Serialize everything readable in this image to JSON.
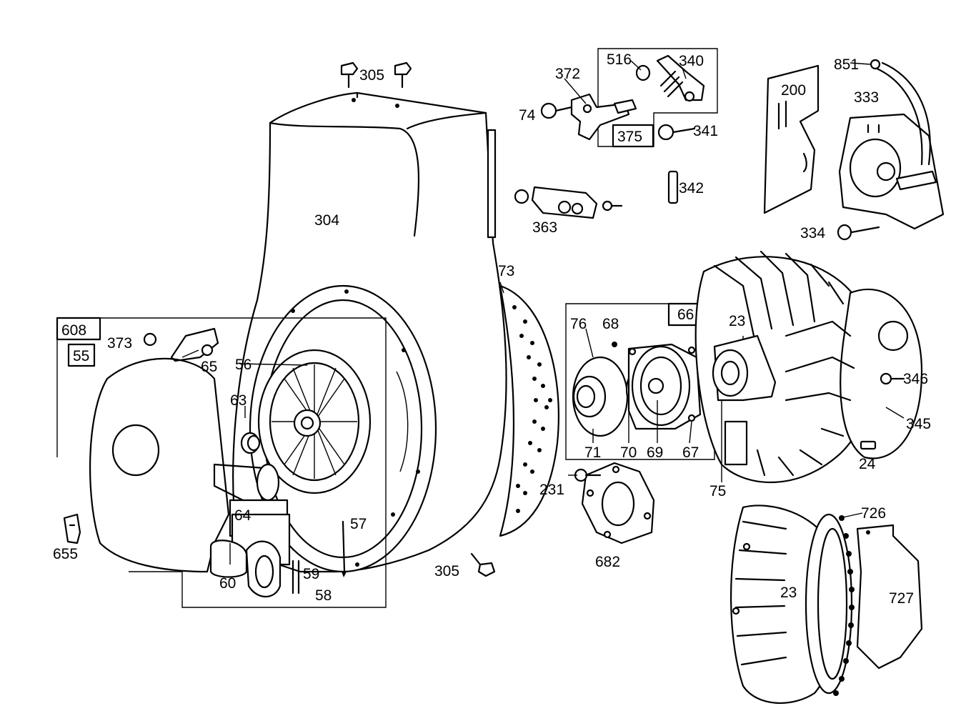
{
  "diagram": {
    "labels": {
      "p305_top": "305",
      "p304": "304",
      "p372": "372",
      "p516": "516",
      "p340": "340",
      "p74": "74",
      "p375": "375",
      "p341": "341",
      "p342": "342",
      "p363": "363",
      "p851": "851",
      "p200": "200",
      "p333": "333",
      "p334": "334",
      "p73": "73",
      "p608": "608",
      "p55": "55",
      "p373": "373",
      "p65": "65",
      "p56": "56",
      "p63": "63",
      "p64": "64",
      "p57": "57",
      "p655": "655",
      "p60": "60",
      "p59": "59",
      "p58": "58",
      "p305_bottom": "305",
      "p76": "76",
      "p68": "68",
      "p66": "66",
      "p71": "71",
      "p70": "70",
      "p69": "69",
      "p67": "67",
      "p231": "231",
      "p682": "682",
      "p75": "75",
      "p23_top": "23",
      "p346": "346",
      "p345": "345",
      "p24": "24",
      "p726": "726",
      "p23_bottom": "23",
      "p727": "727"
    }
  }
}
